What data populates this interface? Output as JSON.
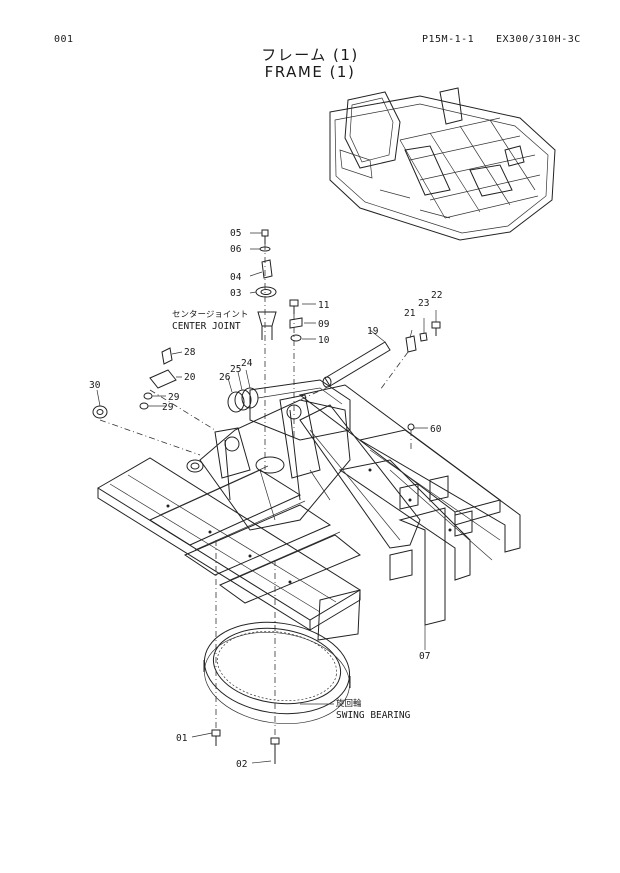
{
  "header": {
    "page_number": "001",
    "ref_code": "P15M-1-1",
    "model": "EX300/310H-3C"
  },
  "title": {
    "japanese": "フレーム (1)",
    "english": "FRAME (1)"
  },
  "callouts": {
    "c01": "01",
    "c02": "02",
    "c03": "03",
    "c04": "04",
    "c05": "05",
    "c06": "06",
    "c07": "07",
    "c09": "09",
    "c10": "10",
    "c11": "11",
    "c19": "19",
    "c20": "20",
    "c21": "21",
    "c22": "22",
    "c23": "23",
    "c24": "24",
    "c25": "25",
    "c26": "26",
    "c28": "28",
    "c29a": "29",
    "c29b": "29",
    "c30": "30",
    "c60": "60"
  },
  "labels": {
    "center_joint_jp": "センタージョイント",
    "center_joint_en": "CENTER JOINT",
    "swing_bearing_jp": "旋回輪",
    "swing_bearing_en": "SWING BEARING"
  }
}
